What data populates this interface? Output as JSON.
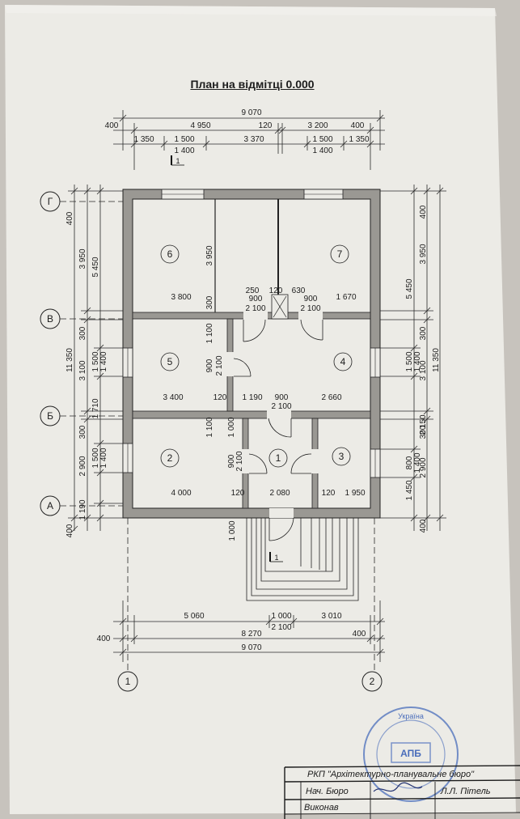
{
  "title": "План на відмітці 0.000",
  "dims": {
    "top_total": "9 070",
    "top_400_left": "400",
    "top_4950": "4 950",
    "top_120": "120",
    "top_3200": "3 200",
    "top_400_right": "400",
    "top_1350_left": "1 350",
    "top_1500_left": "1 500",
    "top_1400_left": "1 400",
    "top_3370": "3 370",
    "top_1500_right": "1 500",
    "top_1400_right": "1 400",
    "top_1350_right": "1 350",
    "bottom_5060": "5 060",
    "bottom_1000": "1 000",
    "bottom_2100": "2 100",
    "bottom_3010": "3 010",
    "bottom_400_left": "400",
    "bottom_8270": "8 270",
    "bottom_400_right": "400",
    "bottom_total": "9 070",
    "left_400_top": "400",
    "left_3950": "3 950",
    "left_5450": "5 450",
    "left_300_a": "300",
    "left_3100": "3 100",
    "left_1500_a": "1 500",
    "left_1400_a": "1 400",
    "left_11350": "11 350",
    "left_1710": "1 710",
    "left_300_b": "300",
    "left_2900": "2 900",
    "left_1500_b": "1 500",
    "left_1400_b": "1 400",
    "left_1190": "1 190",
    "left_400_bottom": "400",
    "right_400_top": "400",
    "right_5450": "5 450",
    "right_3950": "3 950",
    "right_300_a": "300",
    "right_1500": "1 500",
    "right_1400_a": "1 400",
    "right_3100": "3 100",
    "right_11350": "11 350",
    "right_2150": "2 150",
    "right_300_b": "300",
    "right_800": "800",
    "right_1400_b": "1 400",
    "right_2900": "2 900",
    "right_1450": "1 450",
    "right_400_bottom": "400",
    "in_3800": "3 800",
    "in_300": "300",
    "in_250": "250",
    "in_120_a": "120",
    "in_630": "630",
    "in_900_a": "900",
    "in_2100_a": "2 100",
    "in_900_b": "900",
    "in_2100_b": "2 100",
    "in_1670": "1 670",
    "in_3950": "3 950",
    "in_1100_a": "1 100",
    "in_900_c": "900",
    "in_2100_c": "2 100",
    "in_3400": "3 400",
    "in_120_b": "120",
    "in_1190": "1 190",
    "in_900_d": "900",
    "in_2100_d": "2 100",
    "in_2660": "2 660",
    "in_1100_b": "1 100",
    "in_1000_a": "1 000",
    "in_900_e": "900",
    "in_2100_e": "2 100",
    "in_4000": "4 000",
    "in_120_c": "120",
    "in_2080": "2 080",
    "in_120_d": "120",
    "in_1950": "1 950",
    "in_1000_b": "1 000"
  },
  "axes": {
    "rows": [
      "Г",
      "В",
      "Б",
      "А"
    ],
    "cols": [
      "1",
      "2"
    ]
  },
  "rooms": [
    "1",
    "2",
    "3",
    "4",
    "5",
    "6",
    "7"
  ],
  "section_mark": "1",
  "stamp": {
    "arc_text": "Україна",
    "center_text": "АПБ"
  },
  "titleblock": {
    "company": "РКП \"Архітектурно-планувальне бюро\"",
    "role1": "Нач. Бюро",
    "name1": "Л.Л. Пітель",
    "role2": "Виконав"
  }
}
